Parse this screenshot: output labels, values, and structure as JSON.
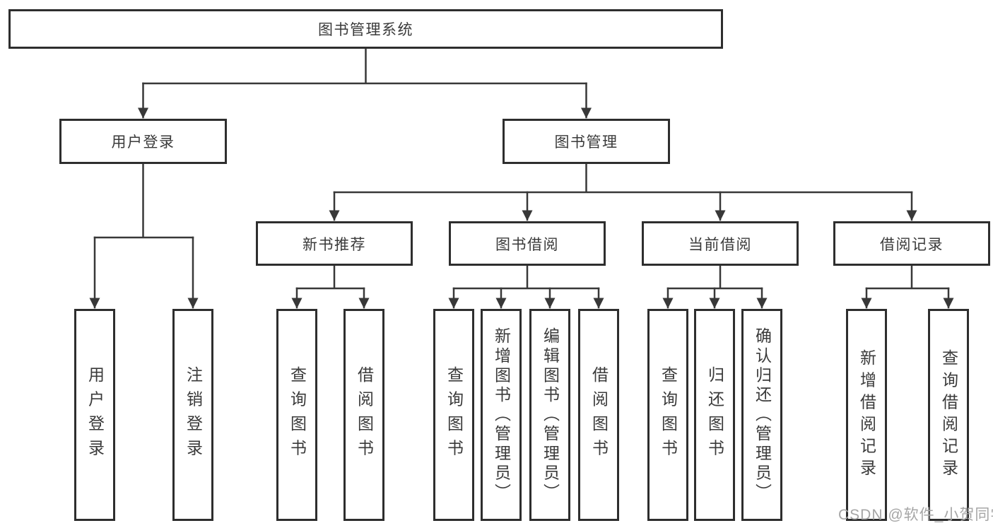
{
  "tree": {
    "label": "图书管理系统",
    "children": [
      {
        "label": "用户登录",
        "children": [
          {
            "label": "用户登录"
          },
          {
            "label": "注销登录"
          }
        ]
      },
      {
        "label": "图书管理",
        "children": [
          {
            "label": "新书推荐",
            "children": [
              {
                "label": "查询图书"
              },
              {
                "label": "借阅图书"
              }
            ]
          },
          {
            "label": "图书借阅",
            "children": [
              {
                "label": "查询图书"
              },
              {
                "label": "新增图书（管理员）"
              },
              {
                "label": "编辑图书（管理员）"
              },
              {
                "label": "借阅图书"
              }
            ]
          },
          {
            "label": "当前借阅",
            "children": [
              {
                "label": "查询图书"
              },
              {
                "label": "归还图书"
              },
              {
                "label": "确认归还（管理员）"
              }
            ]
          },
          {
            "label": "借阅记录",
            "children": [
              {
                "label": "新增借阅记录"
              },
              {
                "label": "查询借阅记录"
              }
            ]
          }
        ]
      }
    ]
  },
  "watermark": {
    "text": "CSDN @软件_小贺同学"
  },
  "colors": {
    "background": "#ffffff",
    "border": "#2e2e2e",
    "line": "#383838",
    "text": "#3a3a3a",
    "watermark": "#a6a6a6"
  }
}
